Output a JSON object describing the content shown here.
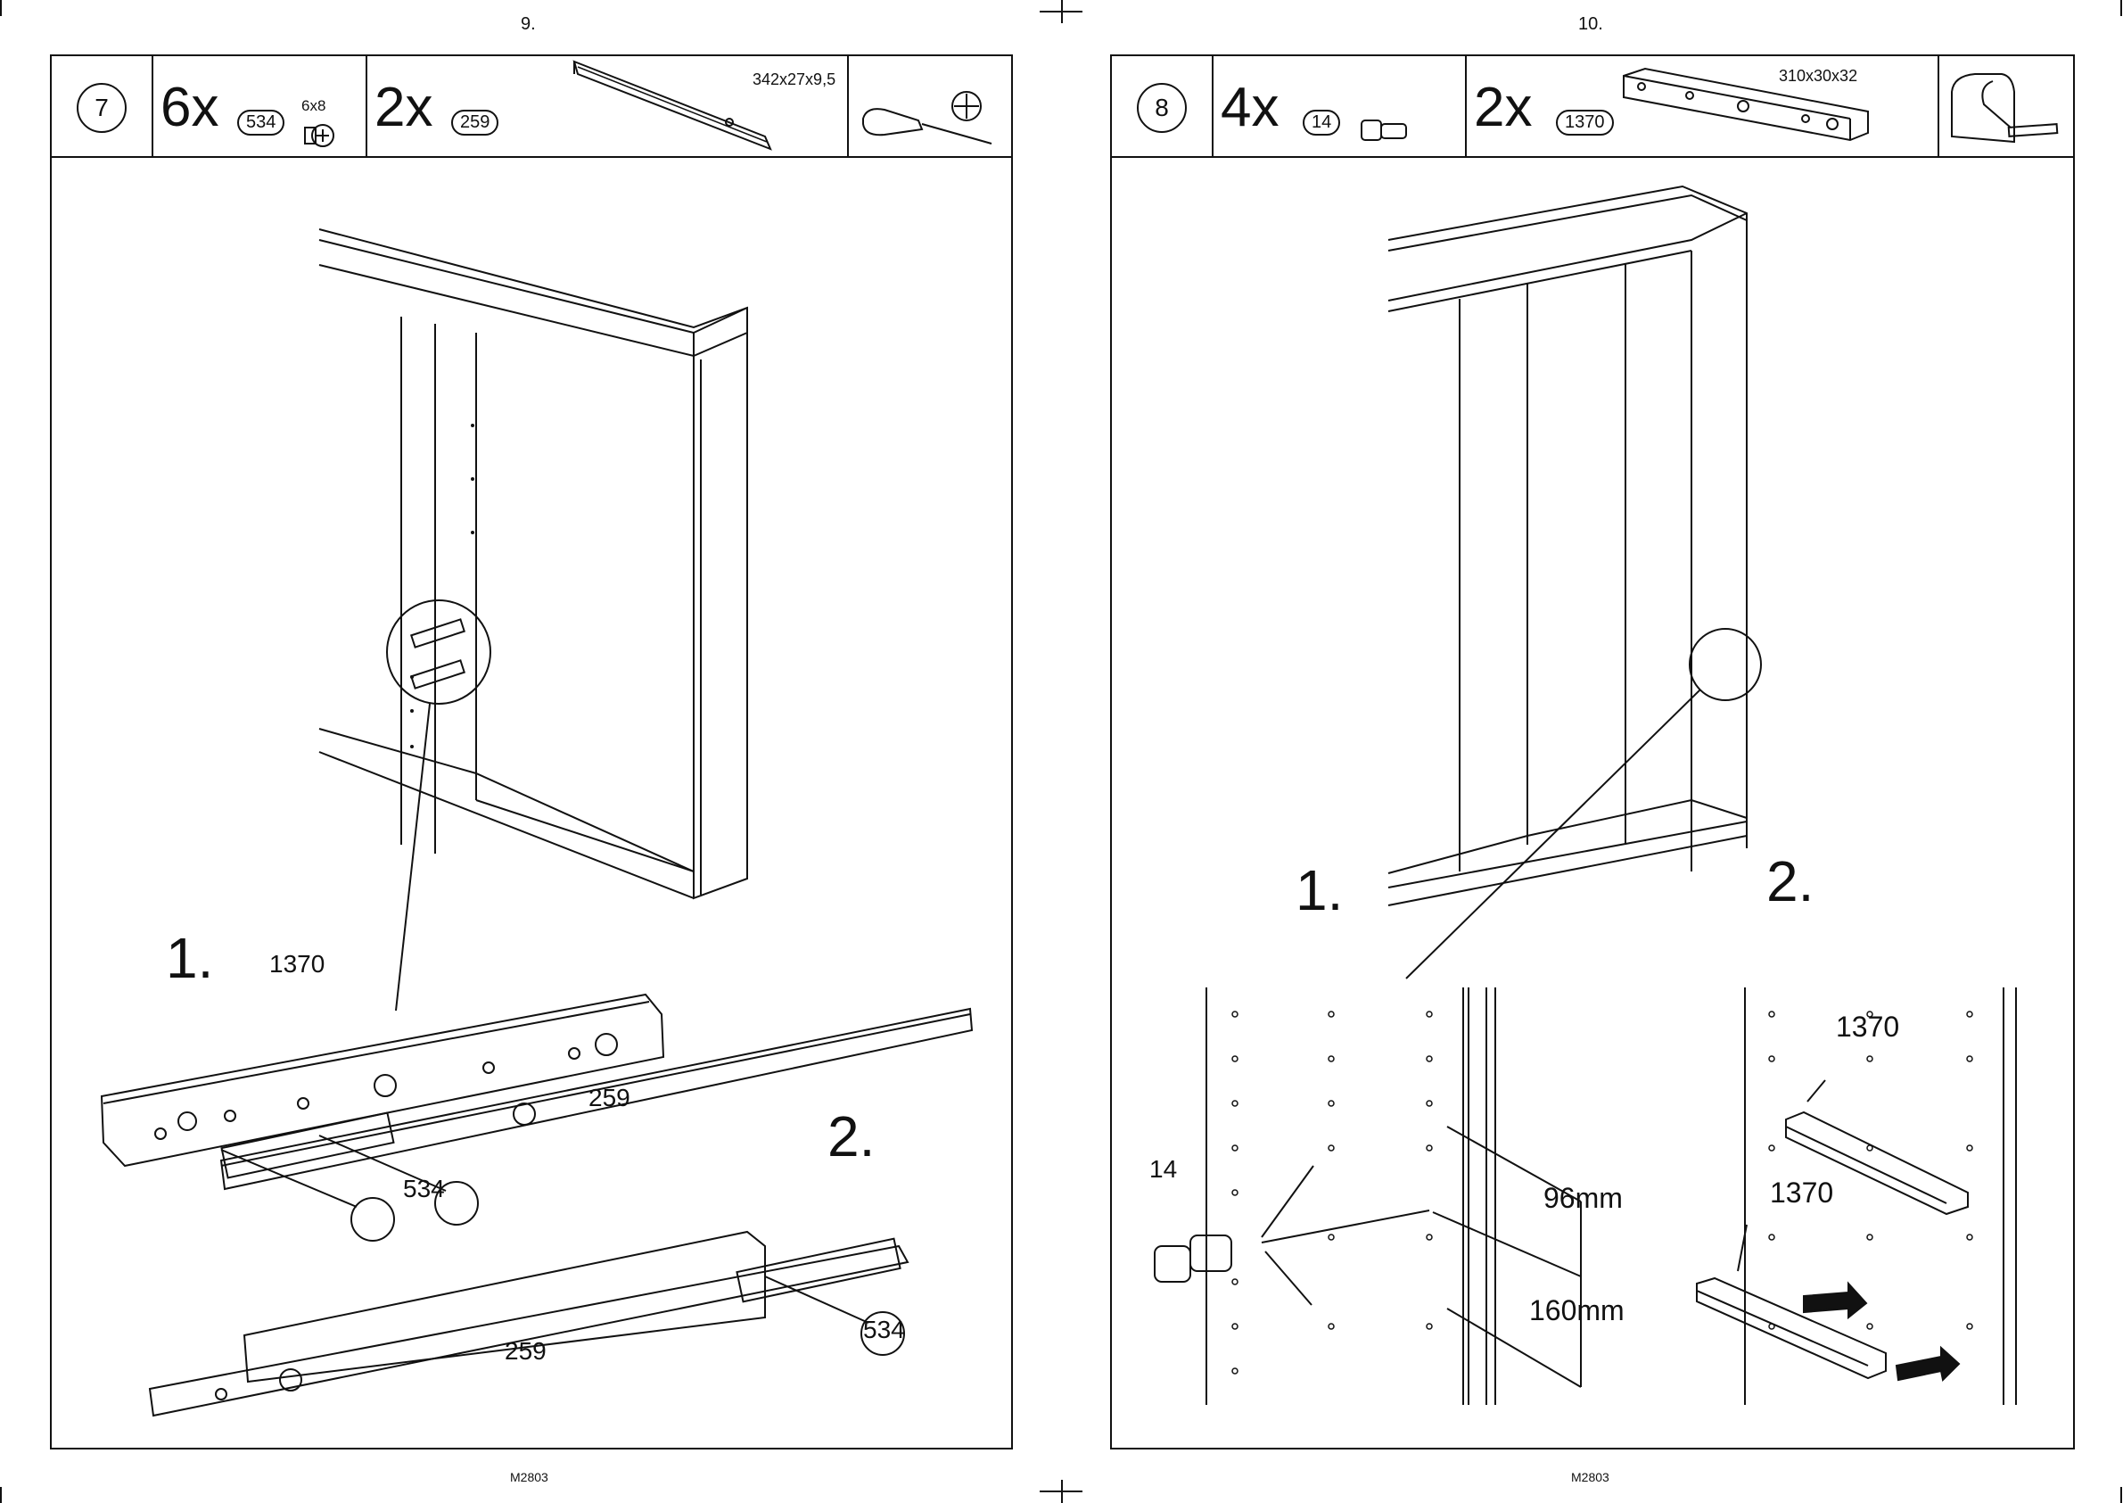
{
  "document_code": "M2803",
  "pages": [
    {
      "page_number": "9.",
      "step": "7",
      "parts": [
        {
          "qty": "6x",
          "part": "534",
          "size": "6x8",
          "icon": "cam-bolt-icon"
        },
        {
          "qty": "2x",
          "part": "259",
          "size": "342x27x9,5",
          "icon": "drawer-runner-icon"
        }
      ],
      "tool": "screwdriver-phillips-icon",
      "labels": {
        "step1": "1.",
        "step2": "2.",
        "part_1370": "1370",
        "part_259_a": "259",
        "part_534_a": "534",
        "part_259_b": "259",
        "part_534_b": "534"
      }
    },
    {
      "page_number": "10.",
      "step": "8",
      "parts": [
        {
          "qty": "4x",
          "part": "14",
          "icon": "shelf-pin-icon"
        },
        {
          "qty": "2x",
          "part": "1370",
          "size": "310x30x32",
          "icon": "wooden-block-icon"
        }
      ],
      "tool": "tape-measure-icon",
      "labels": {
        "step1": "1.",
        "step2": "2.",
        "pin": "14",
        "dim_upper": "96mm",
        "dim_lower": "160mm",
        "part_1370_a": "1370",
        "part_1370_b": "1370"
      }
    }
  ]
}
